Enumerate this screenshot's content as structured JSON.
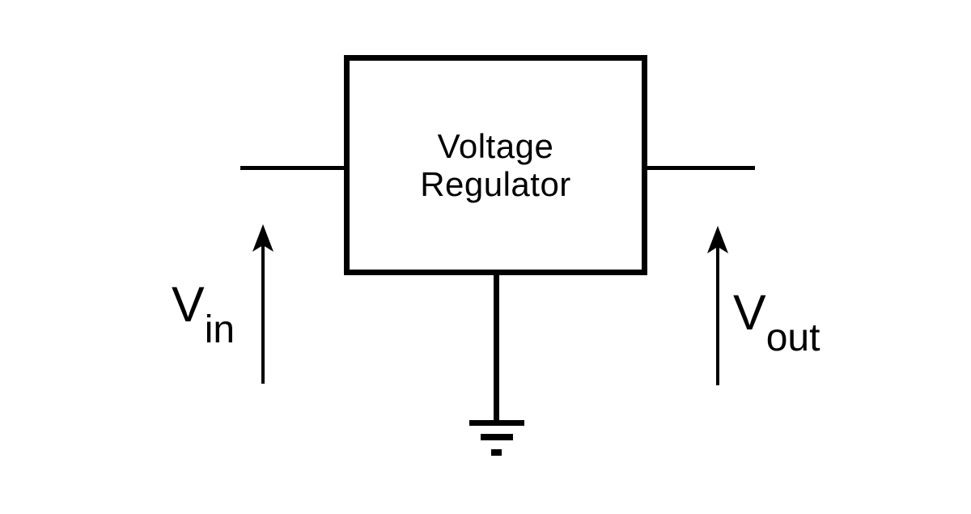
{
  "diagram": {
    "colors": {
      "background": "#ffffff",
      "line": "#000000"
    },
    "block": {
      "label_line1": "Voltage",
      "label_line2": "Regulator"
    },
    "input_label": {
      "base": "V",
      "subscript": "in"
    },
    "output_label": {
      "base": "V",
      "subscript": "out"
    },
    "icons": {
      "input_arrow": "up-arrow",
      "output_arrow": "up-arrow",
      "ground": "earth-ground-symbol"
    }
  }
}
